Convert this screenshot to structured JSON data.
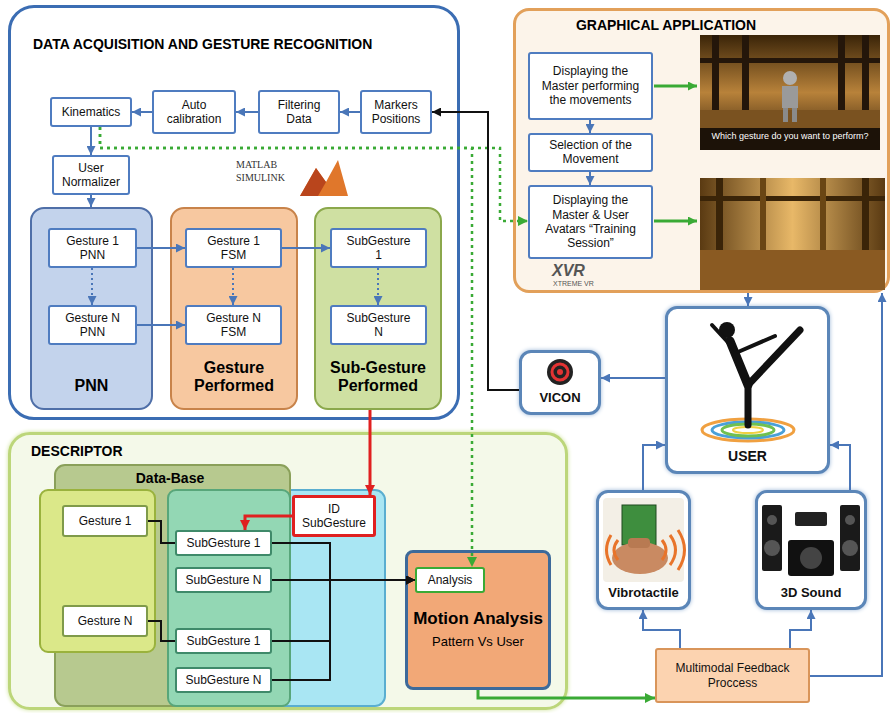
{
  "diagram": {
    "nodes": [
      {
        "text": [
          "DATA ACQUISITION AND GESTURE RECOGNITION"
        ]
      },
      {
        "text": [
          "Kinematics"
        ],
        "in": 0
      },
      {
        "text": [
          "Auto calibration"
        ],
        "in": 0
      },
      {
        "text": [
          "Filtering Data"
        ],
        "in": 0
      },
      {
        "text": [
          "Markers Positions"
        ],
        "in": 0
      },
      {
        "text": [
          "User Normalizer"
        ],
        "in": 0
      },
      {
        "text": [
          "PNN"
        ],
        "in": 0
      },
      {
        "text": [
          "Gesture 1 PNN"
        ],
        "in": 6
      },
      {
        "text": [
          "Gesture N PNN"
        ],
        "in": 6
      },
      {
        "text": [
          "Gesture Performed"
        ],
        "in": 0
      },
      {
        "text": [
          "Gesture 1 FSM"
        ],
        "in": 9
      },
      {
        "text": [
          "Gesture N FSM"
        ],
        "in": 9
      },
      {
        "text": [
          "Sub-Gesture Performed"
        ],
        "in": 0
      },
      {
        "text": [
          "SubGesture 1"
        ],
        "in": 12
      },
      {
        "text": [
          "SubGesture N"
        ],
        "in": 12
      },
      {
        "text": [
          "GRAPHICAL APPLICATION"
        ]
      },
      {
        "text": [
          "Displaying the Master performing the movements"
        ],
        "in": 15
      },
      {
        "text": [
          "Selection of the Movement"
        ],
        "in": 15
      },
      {
        "text": [
          "Displaying the Master & User Avatars “Training Session”"
        ],
        "in": 15
      },
      {
        "text": [
          "VICON"
        ]
      },
      {
        "text": [
          "USER"
        ]
      },
      {
        "text": [
          "Vibrotactile"
        ]
      },
      {
        "text": [
          "3D Sound"
        ]
      },
      {
        "text": [
          "Multimodal Feedback Proccess"
        ]
      },
      {
        "text": [
          "DESCRIPTOR"
        ]
      },
      {
        "text": [
          "Data-Base"
        ],
        "in": 24
      },
      {
        "text": [
          "Gesture 1"
        ],
        "in": 25
      },
      {
        "text": [
          "SubGesture 1"
        ],
        "in": 25
      },
      {
        "text": [
          "SubGesture N"
        ],
        "in": 25
      },
      {
        "text": [
          "Gesture N"
        ],
        "in": 25
      },
      {
        "text": [
          "SubGesture 1"
        ],
        "in": 25
      },
      {
        "text": [
          "SubGesture N"
        ],
        "in": 25
      },
      {
        "text": [
          "ID SubGesture"
        ],
        "in": 24
      },
      {
        "text": [
          "Motion Analysis",
          "Pattern Vs User"
        ],
        "in": 24
      },
      {
        "text": [
          "Analysis"
        ],
        "in": 33
      }
    ],
    "edges": [
      {
        "from": 4,
        "to": 3,
        "arrow": "to"
      },
      {
        "from": 3,
        "to": 2,
        "arrow": "to"
      },
      {
        "from": 2,
        "to": 1,
        "arrow": "to"
      },
      {
        "from": 1,
        "to": 5,
        "arrow": "to"
      },
      {
        "from": 5,
        "to": 6,
        "arrow": "to"
      },
      {
        "from": 7,
        "to": 8,
        "arrow": "to"
      },
      {
        "from": 10,
        "to": 11,
        "arrow": "to"
      },
      {
        "from": 13,
        "to": 14,
        "arrow": "to"
      },
      {
        "from": 7,
        "to": 10,
        "arrow": "to"
      },
      {
        "from": 8,
        "to": 11,
        "arrow": "to"
      },
      {
        "from": 10,
        "to": 13,
        "arrow": "to"
      },
      {
        "from": 12,
        "to": 32,
        "arrow": "to"
      },
      {
        "from": 32,
        "to": 27,
        "arrow": "to"
      },
      {
        "from": 26,
        "to": 27,
        "arrow": "none"
      },
      {
        "from": 29,
        "to": 30,
        "arrow": "none"
      },
      {
        "from": 28,
        "to": 34,
        "arrow": "to"
      },
      {
        "from": 27,
        "to": 34,
        "arrow": "to"
      },
      {
        "from": 30,
        "to": 34,
        "arrow": "to"
      },
      {
        "from": 31,
        "to": 34,
        "arrow": "to"
      },
      {
        "from": 1,
        "to": 34,
        "arrow": "to"
      },
      {
        "from": 1,
        "to": 18,
        "arrow": "to"
      },
      {
        "from": 33,
        "to": 23,
        "arrow": "to"
      },
      {
        "from": 23,
        "to": 21,
        "arrow": "to"
      },
      {
        "from": 23,
        "to": 22,
        "arrow": "to"
      },
      {
        "from": 21,
        "to": 20,
        "arrow": "to"
      },
      {
        "from": 22,
        "to": 20,
        "arrow": "to"
      },
      {
        "from": 20,
        "to": 19,
        "arrow": "to"
      },
      {
        "from": 19,
        "to": 4,
        "arrow": "to"
      },
      {
        "from": 15,
        "to": 20,
        "arrow": "to"
      },
      {
        "from": 23,
        "to": 15,
        "arrow": "to"
      },
      {
        "from": 16,
        "to": 17,
        "arrow": "to"
      },
      {
        "from": 17,
        "to": 18,
        "arrow": "to"
      }
    ],
    "labels": [
      "MATLAB",
      "SIMULINK",
      "Which gesture do you want to perform?",
      "XVR",
      "XTREME VR"
    ]
  }
}
